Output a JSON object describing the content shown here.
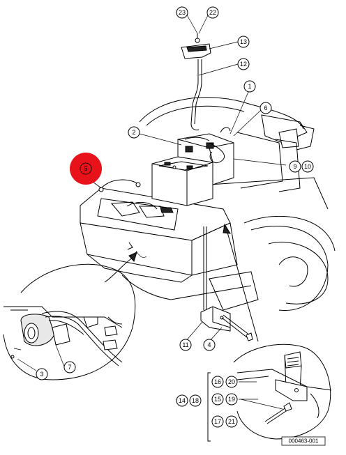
{
  "figure": {
    "document_id": "000463-001",
    "highlight_color": "#e8121b",
    "callouts": [
      {
        "key": "c23",
        "label": "23"
      },
      {
        "key": "c22",
        "label": "22"
      },
      {
        "key": "c13",
        "label": "13"
      },
      {
        "key": "c12",
        "label": "12"
      },
      {
        "key": "c1",
        "label": "1"
      },
      {
        "key": "c6",
        "label": "6"
      },
      {
        "key": "c2",
        "label": "2"
      },
      {
        "key": "c9",
        "label": "9"
      },
      {
        "key": "c10",
        "label": "10"
      },
      {
        "key": "c5",
        "label": "5"
      },
      {
        "key": "c11",
        "label": "11"
      },
      {
        "key": "c4",
        "label": "4"
      },
      {
        "key": "c3",
        "label": "3"
      },
      {
        "key": "c7",
        "label": "7"
      },
      {
        "key": "c16",
        "label": "16"
      },
      {
        "key": "c20",
        "label": "20"
      },
      {
        "key": "c14",
        "label": "14"
      },
      {
        "key": "c18",
        "label": "18"
      },
      {
        "key": "c15",
        "label": "15"
      },
      {
        "key": "c19",
        "label": "19"
      },
      {
        "key": "c17",
        "label": "17"
      },
      {
        "key": "c21",
        "label": "21"
      }
    ]
  }
}
